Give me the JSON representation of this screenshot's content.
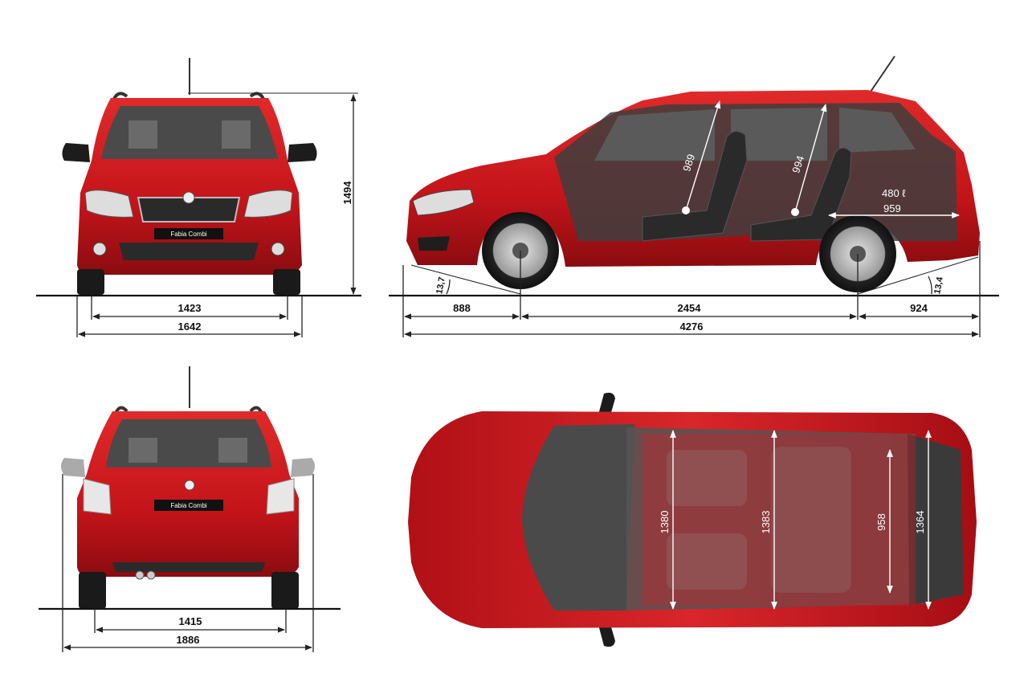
{
  "labels": {
    "plate": "Fabia Combi"
  },
  "colors": {
    "body": "#c8141a",
    "body_dark": "#8e0d11",
    "glass": "#3a3a3a",
    "ground": "#111111"
  },
  "front_view": {
    "height": "1494",
    "track": "1423",
    "width": "1642"
  },
  "side_view": {
    "front_headroom": "989",
    "rear_headroom": "994",
    "boot_volume": "480 ℓ",
    "boot_length": "959",
    "approach_angle": "13,7",
    "departure_angle": "13,4",
    "front_overhang": "888",
    "wheelbase": "2454",
    "rear_overhang": "924",
    "length": "4276"
  },
  "rear_view": {
    "track": "1415",
    "width_mirrors": "1886"
  },
  "top_view": {
    "front_elbow": "1380",
    "rear_elbow": "1383",
    "boot_width": "958",
    "boot_width_max": "1364"
  }
}
